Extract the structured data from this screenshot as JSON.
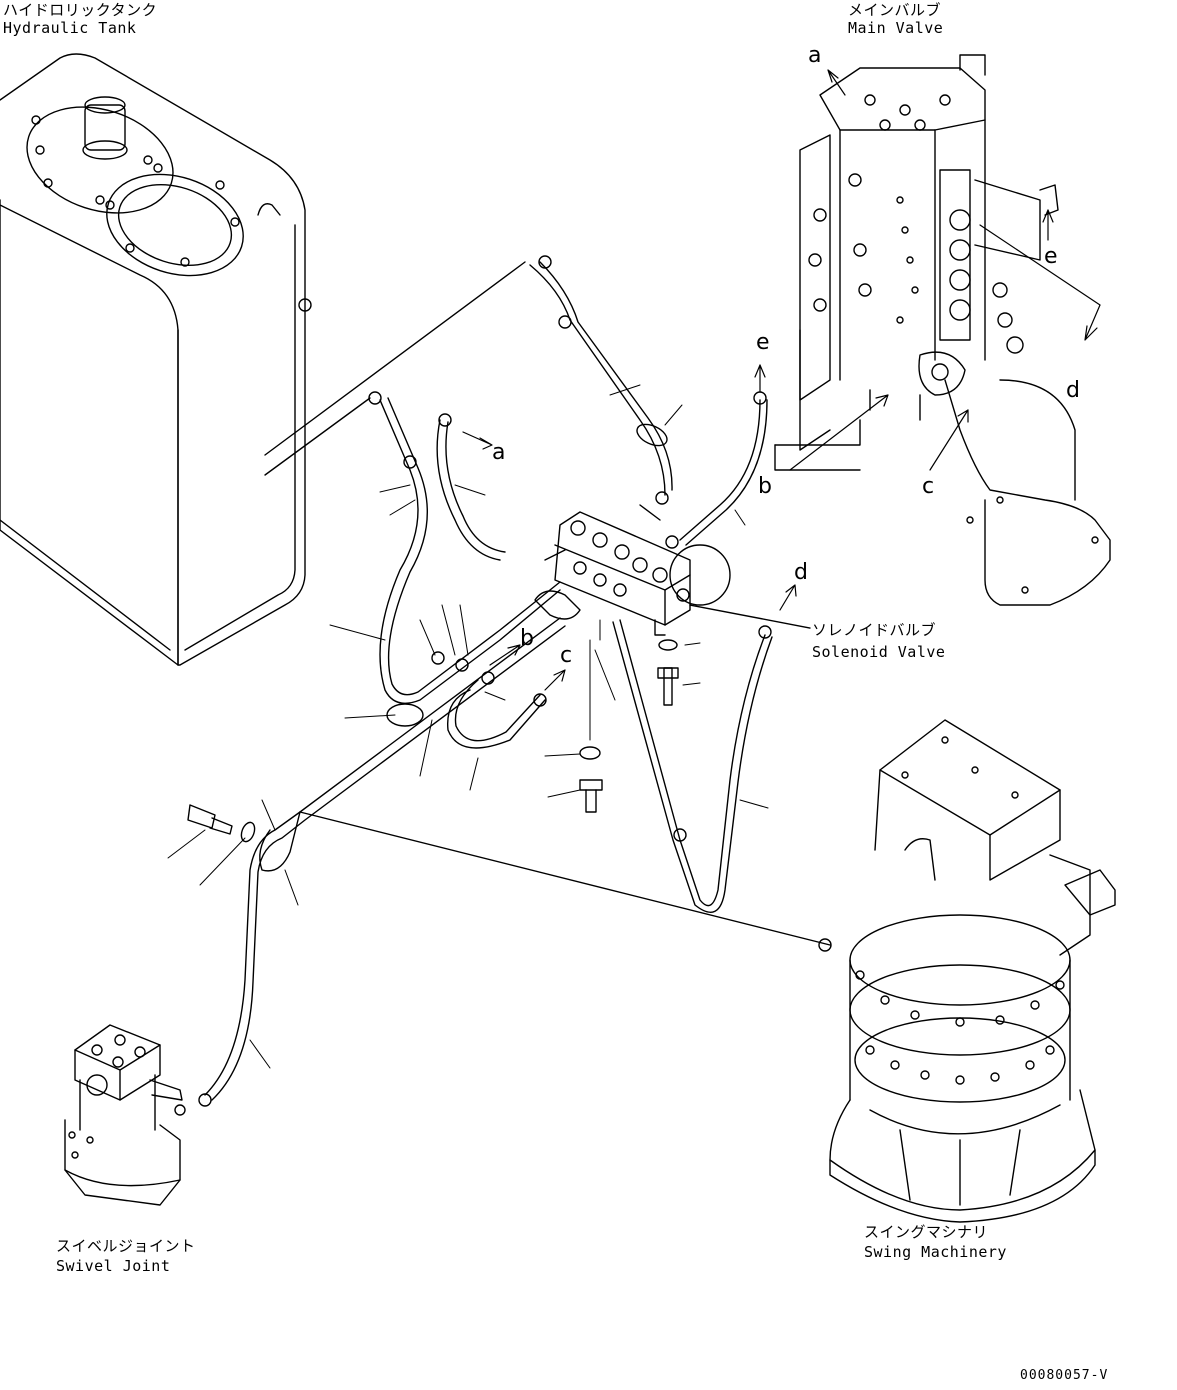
{
  "components": {
    "hydraulic_tank": {
      "jp": "ハイドロリックタンク",
      "en": "Hydraulic Tank"
    },
    "main_valve": {
      "jp": "メインバルブ",
      "en": "Main Valve"
    },
    "solenoid_valve": {
      "jp": "ソレノイドバルブ",
      "en": "Solenoid Valve"
    },
    "swivel_joint": {
      "jp": "スイベルジョイント",
      "en": "Swivel Joint"
    },
    "swing_machinery": {
      "jp": "スイングマシナリ",
      "en": "Swing Machinery"
    }
  },
  "connection_letters": {
    "a": "a",
    "b": "b",
    "c": "c",
    "d": "d",
    "e": "e"
  },
  "document_id": "00080057-V"
}
